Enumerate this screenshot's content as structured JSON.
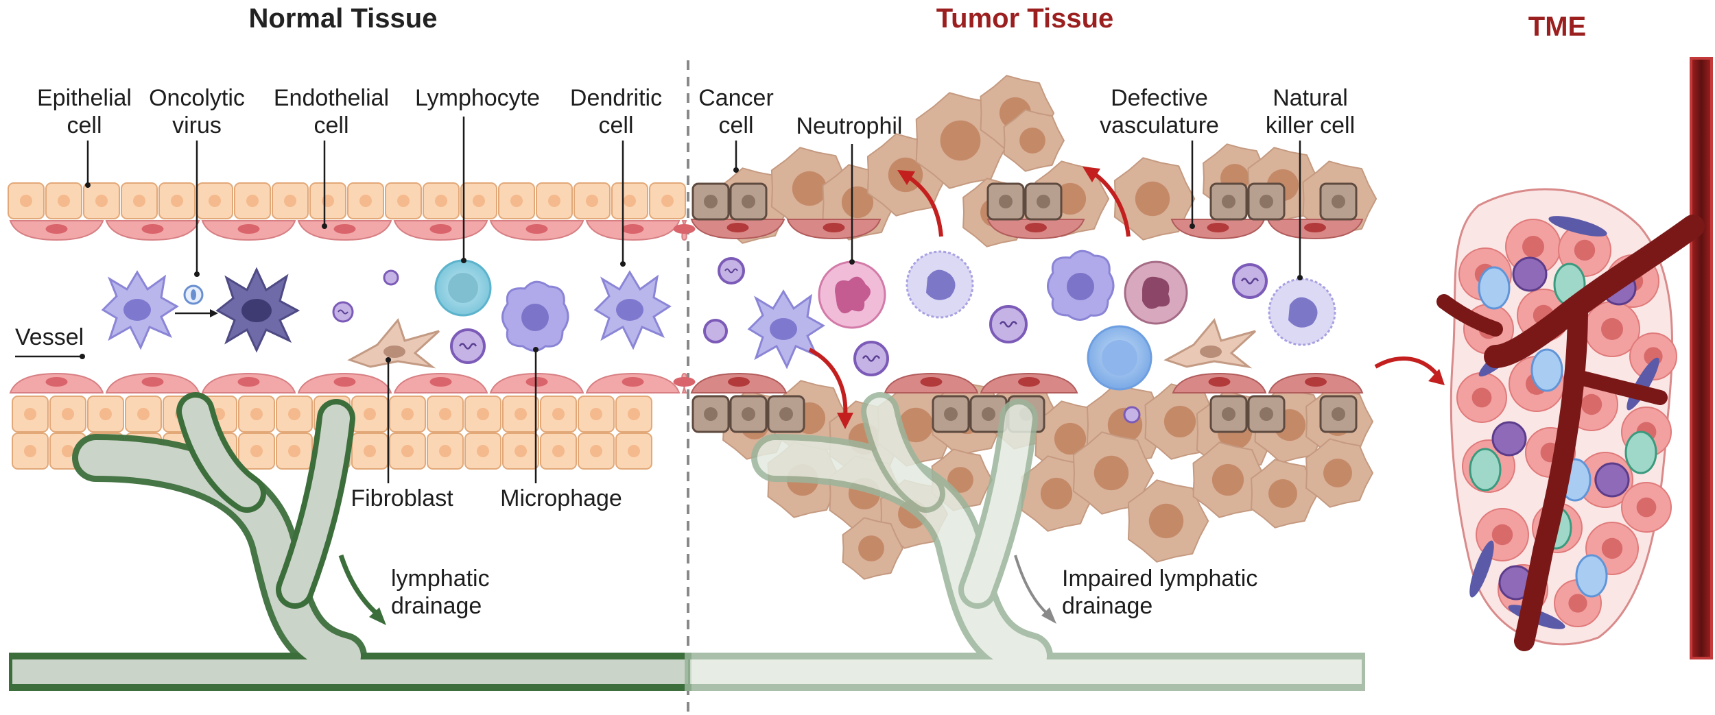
{
  "panels": {
    "normal": {
      "title": "Normal Tissue"
    },
    "tumor": {
      "title": "Tumor Tissue"
    },
    "tme": {
      "title": "TME"
    }
  },
  "labels": {
    "epithelial_cell": [
      "Epithelial",
      "cell"
    ],
    "oncolytic_virus": [
      "Oncolytic",
      "virus"
    ],
    "endothelial_cell": [
      "Endothelial",
      "cell"
    ],
    "lymphocyte": [
      "Lymphocyte"
    ],
    "dendritic_cell": [
      "Dendritic",
      "cell"
    ],
    "vessel": [
      "Vessel"
    ],
    "fibroblast": [
      "Fibroblast"
    ],
    "microphage": [
      "Microphage"
    ],
    "lymphatic_drainage": [
      "lymphatic",
      "drainage"
    ],
    "cancer_cell": [
      "Cancer",
      "cell"
    ],
    "neutrophil": [
      "Neutrophil"
    ],
    "defective_vasculature": [
      "Defective",
      "vasculature"
    ],
    "natural_killer_cell": [
      "Natural",
      "killer cell"
    ],
    "impaired_lymphatic_drainage": [
      "Impaired lymphatic",
      "drainage"
    ]
  },
  "colors": {
    "epithelial": "#fbd6b4",
    "endothelial": "#f2a7a9",
    "cancer": "#d9b29a",
    "tumor_red": "#9b1f1f",
    "lymph_green": "#3c6e3c",
    "lymph_fill": "#cbd4c9",
    "vessel_dark": "#7a1818"
  }
}
